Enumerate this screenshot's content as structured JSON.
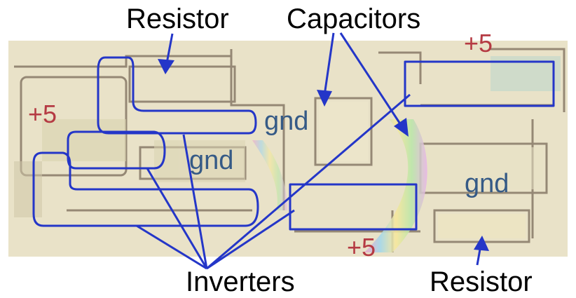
{
  "labels": {
    "resistor_top": "Resistor",
    "capacitors": "Capacitors",
    "inverters": "Inverters",
    "resistor_bottom": "Resistor",
    "gnd_upper": "gnd",
    "gnd_left": "gnd",
    "gnd_right": "gnd",
    "plus5_left": "+5",
    "plus5_top_right": "+5",
    "plus5_bottom": "+5"
  },
  "colors": {
    "annotation": "#2436c8",
    "gnd_text": "#355a86",
    "plus_text": "#b53a43",
    "label_text": "#000000"
  }
}
